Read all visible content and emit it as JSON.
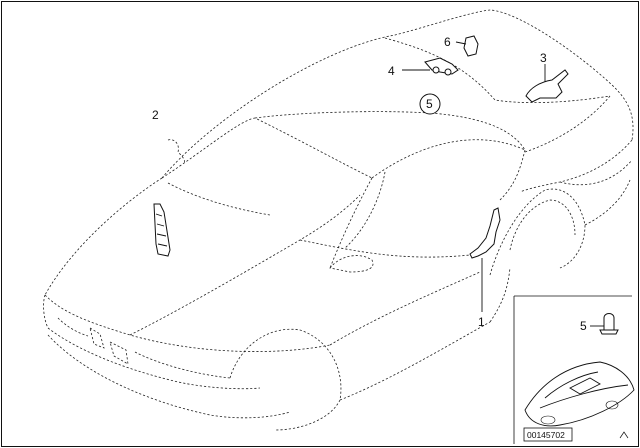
{
  "callouts": {
    "part1": "1",
    "part2": "2",
    "part3": "3",
    "part4": "4",
    "part5_circled": "5",
    "part5_inset": "5",
    "part6": "6"
  },
  "doc_id": "00145702",
  "colors": {
    "line": "#222222",
    "background": "#ffffff"
  }
}
